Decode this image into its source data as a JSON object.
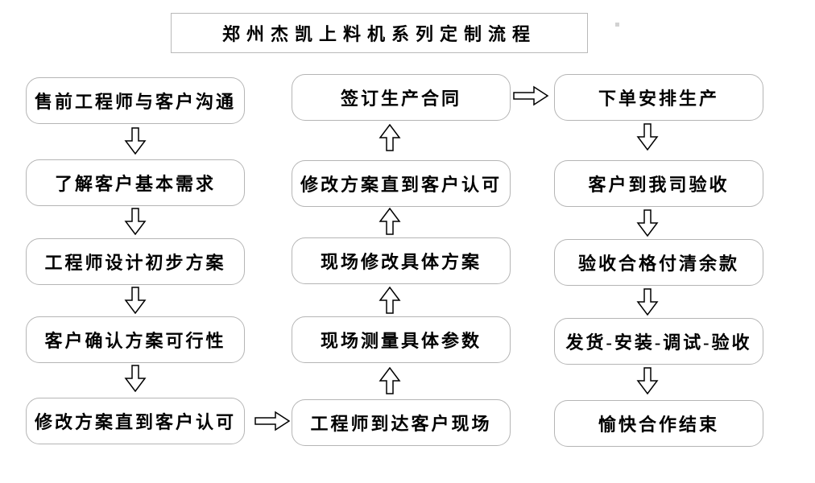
{
  "title": "郑州杰凯上料机系列定制流程",
  "columns": {
    "left": [
      "售前工程师与客户沟通",
      "了解客户基本需求",
      "工程师设计初步方案",
      "客户确认方案可行性",
      "修改方案直到客户认可"
    ],
    "middle": [
      "签订生产合同",
      "修改方案直到客户认可",
      "现场修改具体方案",
      "现场测量具体参数",
      "工程师到达客户现场"
    ],
    "right": [
      "下单安排生产",
      "客户到我司验收",
      "验收合格付清余款",
      "发货-安装-调试-验收",
      "愉快合作结束"
    ]
  },
  "flow_direction": {
    "left_column": "top-to-bottom",
    "middle_column": "bottom-to-top",
    "right_column": "top-to-bottom",
    "left_to_middle_arrow": "right",
    "middle_to_right_arrow": "right"
  },
  "colors": {
    "box_border": "#b5b5b5",
    "title_border": "#b9b9b9",
    "text": "#000000",
    "background": "#ffffff"
  }
}
